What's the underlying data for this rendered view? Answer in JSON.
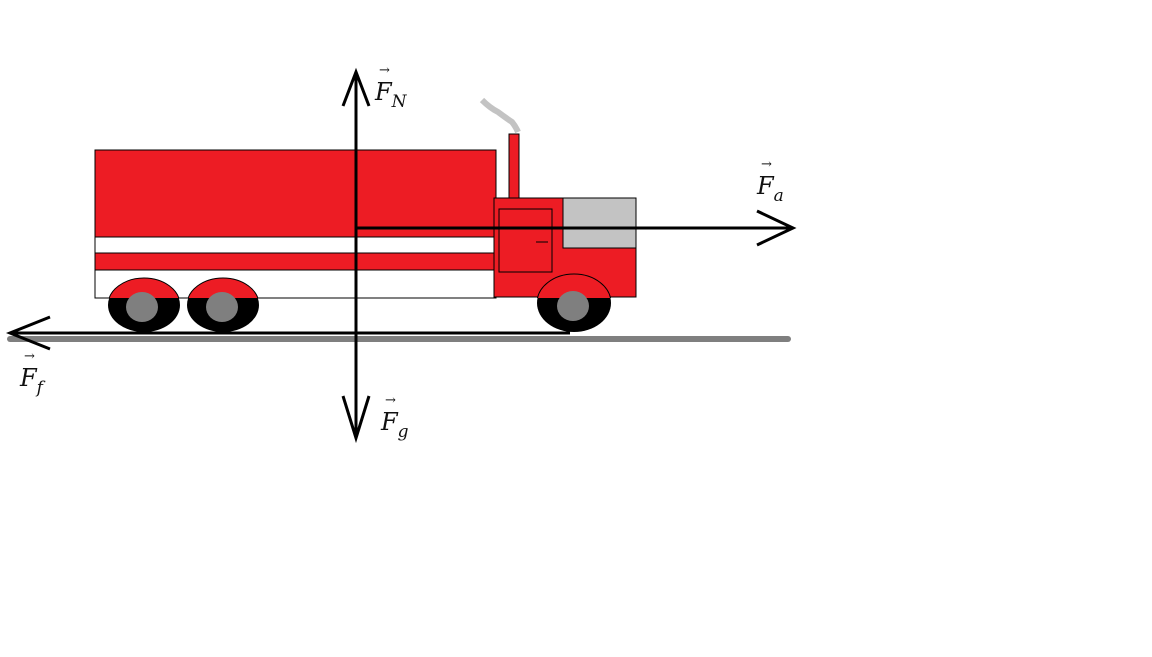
{
  "forces": {
    "normal": {
      "symbol": "F",
      "subscript": "N"
    },
    "applied": {
      "symbol": "F",
      "subscript": "a"
    },
    "friction": {
      "symbol": "F",
      "subscript": "f"
    },
    "gravity": {
      "symbol": "F",
      "subscript": "g"
    }
  },
  "colors": {
    "truck": "#ed1c24",
    "window": "#c3c3c3",
    "ground": "#7f7f7f",
    "hub": "#7f7f7f",
    "smoke": "#c3c3c3"
  }
}
